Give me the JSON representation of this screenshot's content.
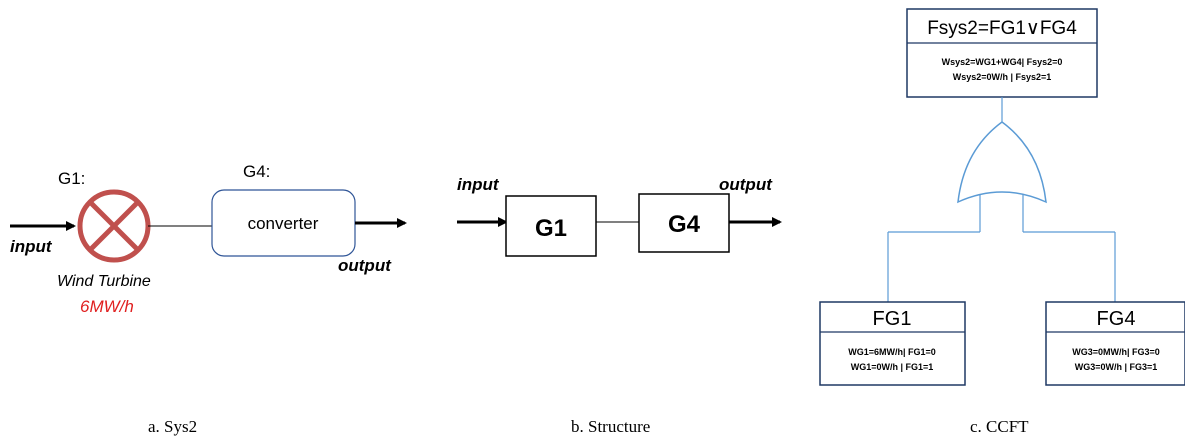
{
  "panel_a": {
    "g1_label": "G1:",
    "g4_label": "G4:",
    "converter_label": "converter",
    "input_label": "input",
    "output_label": "output",
    "turbine_name": "Wind Turbine",
    "turbine_rating": "6MW/h",
    "caption": "a. Sys2"
  },
  "panel_b": {
    "input_label": "input",
    "output_label": "output",
    "g1_box": "G1",
    "g4_box": "G4",
    "caption": "b. Structure"
  },
  "panel_c": {
    "top_title": "Fsys2=FG1∨FG4",
    "top_line1": "Wsys2=WG1+WG4| Fsys2=0",
    "top_line2": "Wsys2=0W/h | Fsys2=1",
    "fg1_title": "FG1",
    "fg1_line1": "WG1=6MW/h| FG1=0",
    "fg1_line2": "WG1=0W/h | FG1=1",
    "fg4_title": "FG4",
    "fg4_line1": "WG3=0MW/h| FG3=0",
    "fg4_line2": "WG3=0W/h | FG3=1",
    "caption": "c. CCFT"
  },
  "colors": {
    "turbine_red": "#c0504d",
    "rating_red": "#e02020",
    "converter_border": "#2f5597",
    "tree_line": "#5b9bd5",
    "box_border": "#1f3864"
  }
}
